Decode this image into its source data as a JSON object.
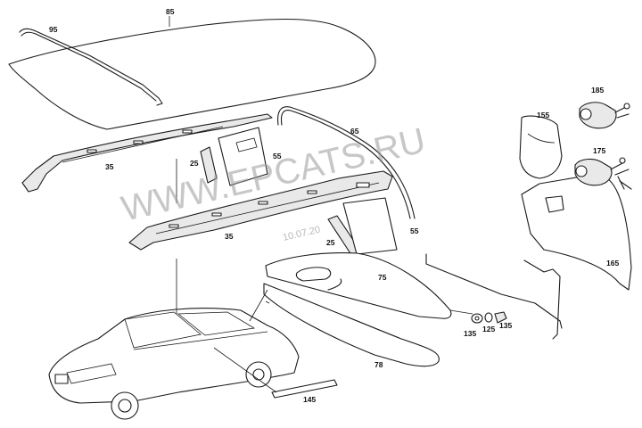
{
  "labels": {
    "p85": "85",
    "p95": "95",
    "p35a": "35",
    "p35b": "35",
    "p25a": "25",
    "p25b": "25",
    "p55a": "55",
    "p55b": "55",
    "p65": "65",
    "p75": "75",
    "p78": "78",
    "p135a": "135",
    "p135b": "135",
    "p125": "125",
    "p145": "145",
    "p155": "155",
    "p165": "165",
    "p175": "175",
    "p185": "185"
  },
  "watermark": {
    "text": "WWW.EPCATS.RU",
    "date": "10.07.20"
  }
}
